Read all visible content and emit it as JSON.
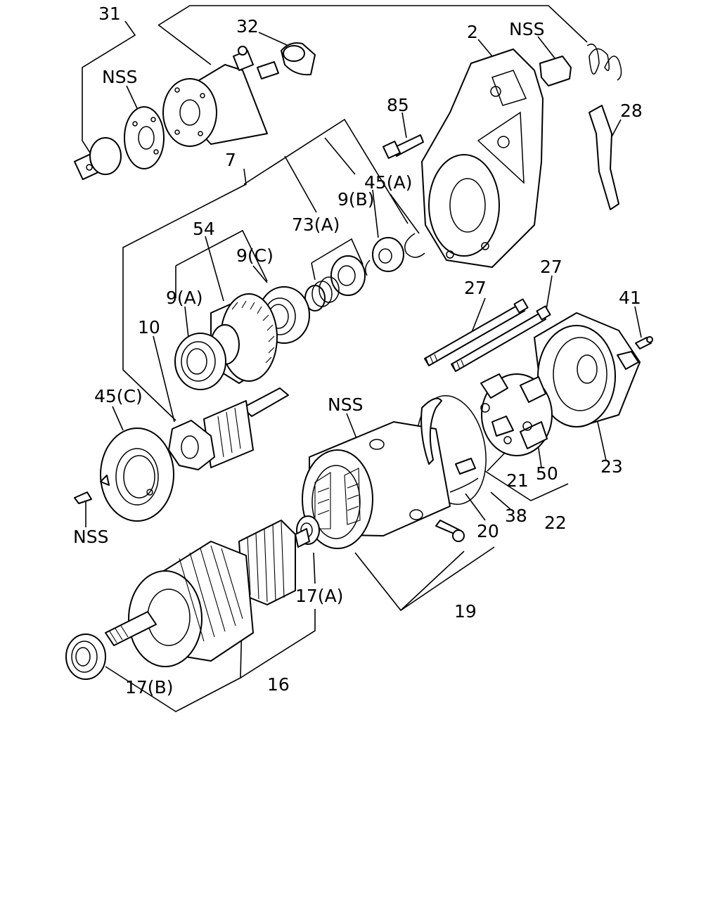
{
  "diagram": {
    "labels": {
      "l31": "31",
      "l32": "32",
      "l2": "2",
      "nss_top_right": "NSS",
      "nss_top_left": "NSS",
      "l85": "85",
      "l28": "28",
      "l7": "7",
      "l45a": "45(A)",
      "l9b": "9(B)",
      "l73a": "73(A)",
      "l54": "54",
      "l9c": "9(C)",
      "l9a": "9(A)",
      "l27a": "27",
      "l27b": "27",
      "l41": "41",
      "l10": "10",
      "l45c": "45(C)",
      "nss_mid": "NSS",
      "nss_bottom_left": "NSS",
      "l21": "21",
      "l50": "50",
      "l23": "23",
      "l38": "38",
      "l22": "22",
      "l20": "20",
      "l17a": "17(A)",
      "l19": "19",
      "l16": "16",
      "l17b": "17(B)"
    }
  }
}
